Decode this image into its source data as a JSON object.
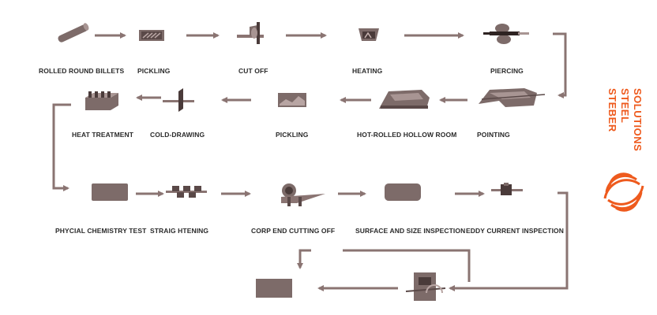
{
  "colors": {
    "arrow": "#8a7472",
    "machine": "#7d6b69",
    "machine_dark": "#4a3b3a",
    "accent": "#ee5a1d",
    "text": "#2a2a2a"
  },
  "steps": {
    "rolled_round_billets": "ROLLED ROUND BILLETS",
    "pickling_1": "PICKLING",
    "cut_off": "CUT OFF",
    "heating": "HEATING",
    "piercing": "PIERCING",
    "pointing": "POINTING",
    "hot_rolled_hollow_room": "HOT-ROLLED HOLLOW  ROOM",
    "pickling_2": "PICKLING",
    "cold_drawing": "COLD-DRAWING",
    "heat_treatment": "HEAT  TREATMENT",
    "phycial_chemistry_test": "PHYCIAL CHEMISTRY  TEST",
    "straightening": "STRAIG HTENING",
    "corp_end_cutting_off": "CORP END CUTTING OFF",
    "surface_and_size_inspection": "SURFACE  AND SIZE  INSPECTION",
    "eddy_current_inspection": "EDDY CURRENT  INSPECTION"
  },
  "logo": {
    "line1": "STEBER",
    "line2": "STEEL",
    "line3": "SOLUTIONS",
    "icon": "steber-swirl-icon"
  }
}
